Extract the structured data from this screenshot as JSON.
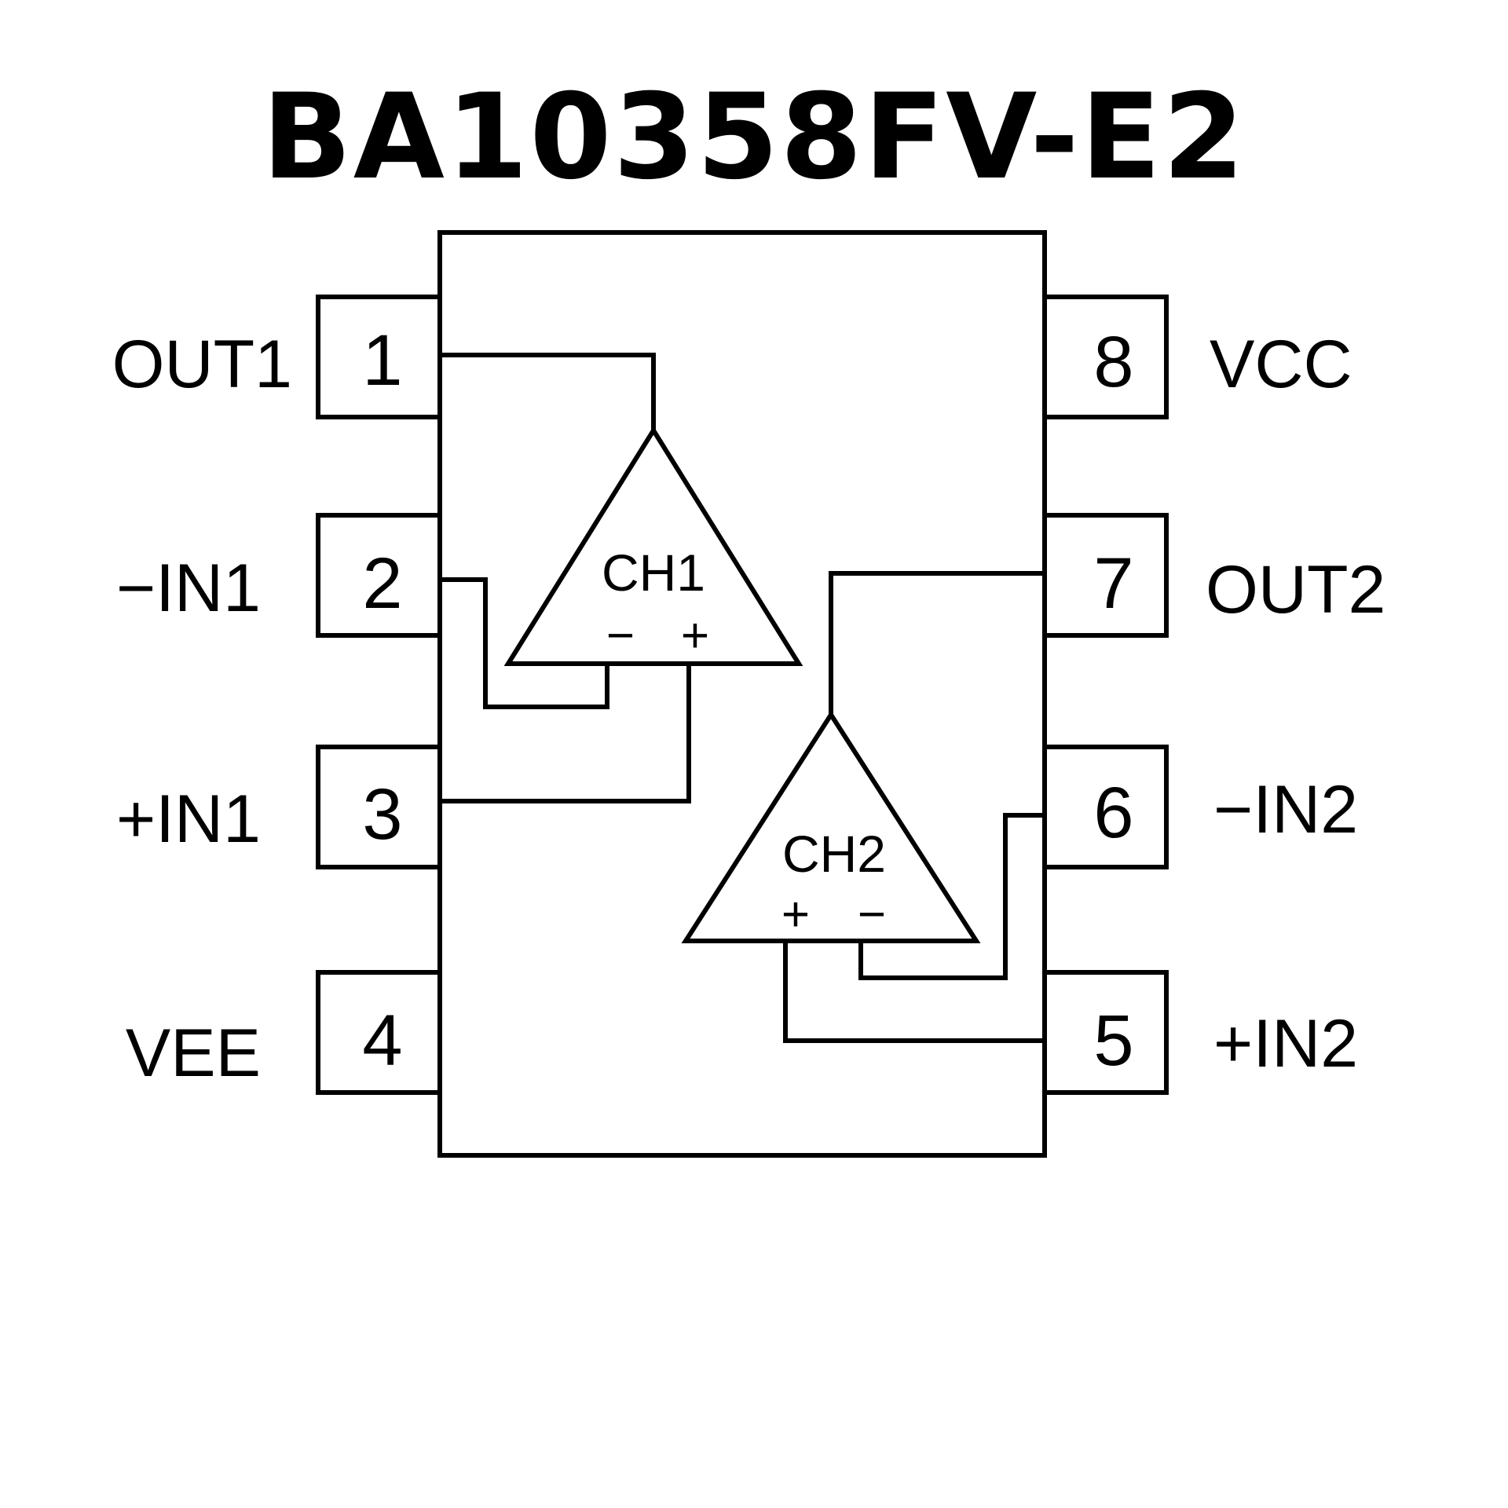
{
  "title": "BA10358FV-E2",
  "pins": [
    {
      "number": "1",
      "label": "OUT1",
      "side": "left"
    },
    {
      "number": "2",
      "label": "−IN1",
      "side": "left"
    },
    {
      "number": "3",
      "label": "+IN1",
      "side": "left"
    },
    {
      "number": "4",
      "label": "VEE",
      "side": "left"
    },
    {
      "number": "5",
      "label": "+IN2",
      "side": "right"
    },
    {
      "number": "6",
      "label": "−IN2",
      "side": "right"
    },
    {
      "number": "7",
      "label": "OUT2",
      "side": "right"
    },
    {
      "number": "8",
      "label": "VCC",
      "side": "right"
    }
  ],
  "amplifiers": [
    {
      "name": "CH1",
      "left_sign": "−",
      "right_sign": "+"
    },
    {
      "name": "CH2",
      "left_sign": "+",
      "right_sign": "−"
    }
  ]
}
